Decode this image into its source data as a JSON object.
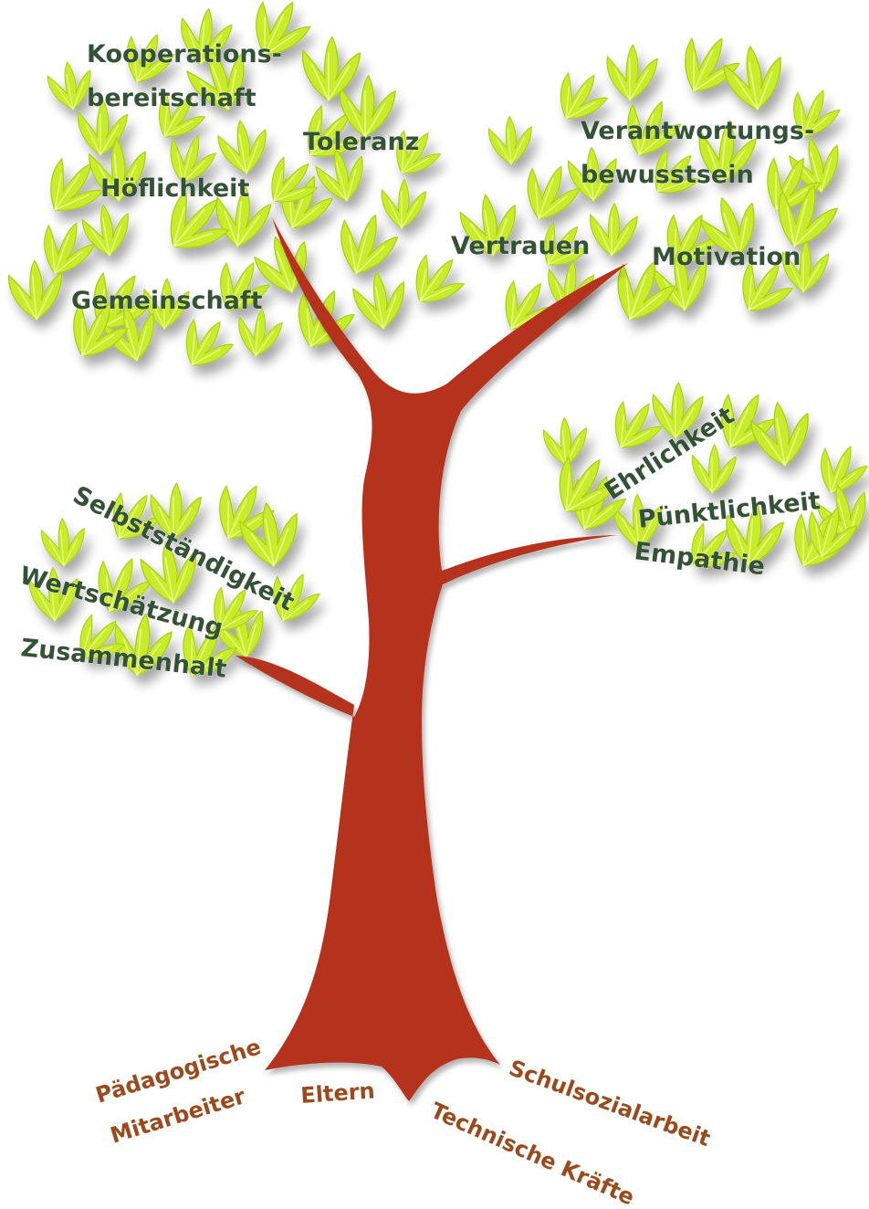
{
  "colors": {
    "trunk": "#b5331f",
    "leaf": "#c9ec2a",
    "leaf_light": "#e2f86a",
    "leaf_shadow": "#9e9e8c",
    "value_text": "#345236",
    "root_text": "#9c4a1c"
  },
  "values": {
    "kooperation_1": "Kooperations-",
    "kooperation_2": "bereitschaft",
    "toleranz": "Toleranz",
    "hoeflichkeit": "Höflichkeit",
    "gemeinschaft": "Gemeinschaft",
    "verantwortung_1": "Verantwortungs-",
    "verantwortung_2": "bewusstsein",
    "vertrauen": "Vertrauen",
    "motivation": "Motivation",
    "ehrlichkeit": "Ehrlichkeit",
    "puenktlichkeit": "Pünktlichkeit",
    "empathie": "Empathie",
    "selbststaendigkeit": "Selbstständigkeit",
    "wertschaetzung": "Wertschätzung",
    "zusammenhalt": "Zusammenhalt"
  },
  "roots": {
    "paedagogische": "Pädagogische",
    "mitarbeiter": "Mitarbeiter",
    "eltern": "Eltern",
    "technische": "Technische Kräfte",
    "schulsozialarbeit": "Schulsozialarbeit"
  }
}
